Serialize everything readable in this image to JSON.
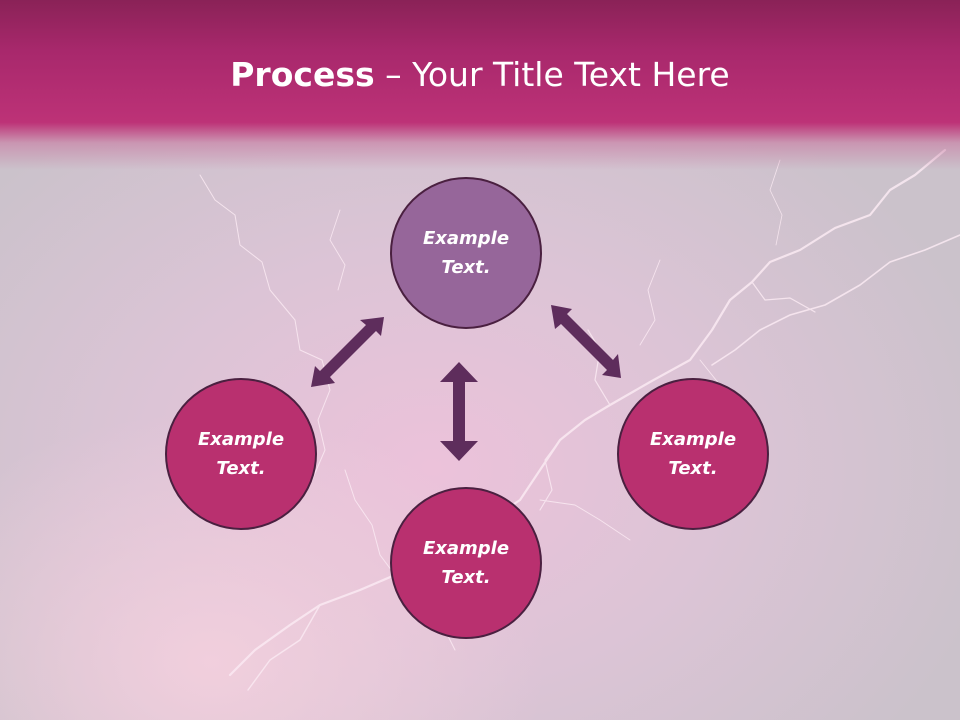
{
  "slide": {
    "title_bold": "Process",
    "title_rest": " – Your Title Text Here"
  },
  "nodes": {
    "top": {
      "line1": "Example",
      "line2": "Text."
    },
    "left": {
      "line1": "Example",
      "line2": "Text."
    },
    "right": {
      "line1": "Example",
      "line2": "Text."
    },
    "bottom": {
      "line1": "Example",
      "line2": "Text."
    }
  },
  "colors": {
    "header": "#bd3277",
    "node_top": "#96669a",
    "node_other": "#b9306f",
    "arrow": "#5e2d5c",
    "background": "#cfc4cf"
  },
  "icons": [
    "double-arrow-icon"
  ]
}
